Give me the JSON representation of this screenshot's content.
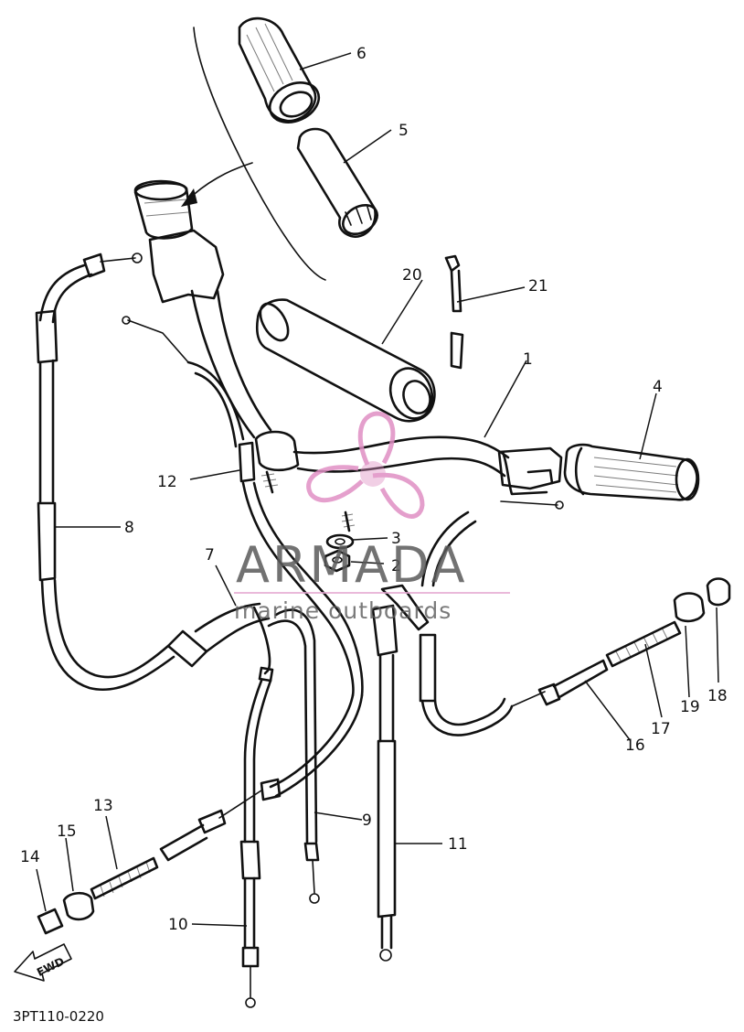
{
  "diagram": {
    "callouts": [
      {
        "id": "1",
        "label": "1"
      },
      {
        "id": "2",
        "label": "2"
      },
      {
        "id": "3",
        "label": "3"
      },
      {
        "id": "4",
        "label": "4"
      },
      {
        "id": "5",
        "label": "5"
      },
      {
        "id": "6",
        "label": "6"
      },
      {
        "id": "7",
        "label": "7"
      },
      {
        "id": "8",
        "label": "8"
      },
      {
        "id": "9",
        "label": "9"
      },
      {
        "id": "10",
        "label": "10"
      },
      {
        "id": "11",
        "label": "11"
      },
      {
        "id": "12",
        "label": "12"
      },
      {
        "id": "13",
        "label": "13"
      },
      {
        "id": "14",
        "label": "14"
      },
      {
        "id": "15",
        "label": "15"
      },
      {
        "id": "16",
        "label": "16"
      },
      {
        "id": "17",
        "label": "17"
      },
      {
        "id": "18",
        "label": "18"
      },
      {
        "id": "19",
        "label": "19"
      },
      {
        "id": "20",
        "label": "20"
      },
      {
        "id": "21",
        "label": "21"
      }
    ],
    "direction_label": "FWD",
    "drawing_code": "3PT110-0220"
  },
  "watermark": {
    "brand": "ARMADA",
    "tagline": "marine outboards",
    "colors": {
      "text": "#5a5a5a",
      "logo": "#e08fc4",
      "rule": "#e6a8d2"
    }
  }
}
